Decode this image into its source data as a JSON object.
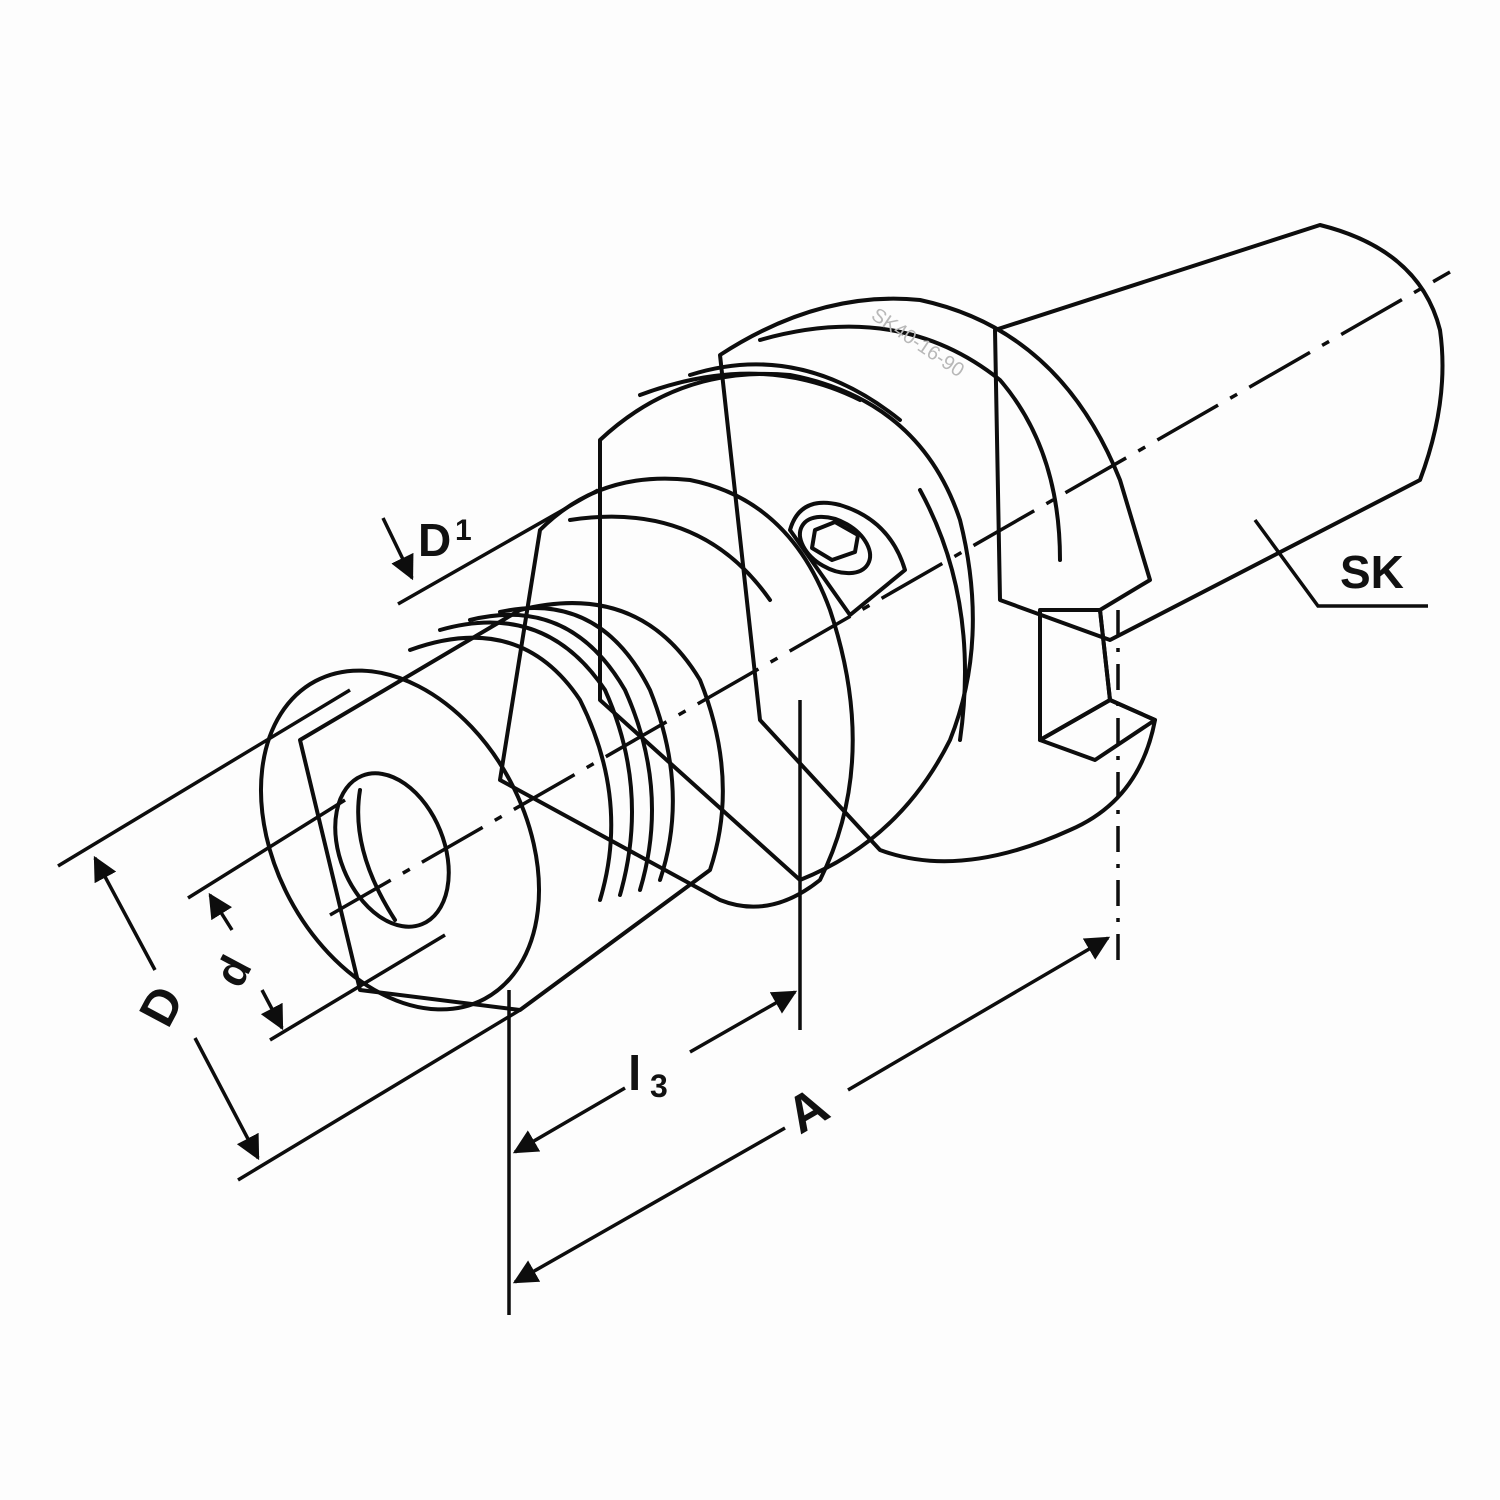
{
  "diagram": {
    "subject": "SK taper tool holder (side-lock / Weldon style)",
    "background": "#fdfdfd",
    "line_color": "#0d0d0d",
    "metal_light": "#f2f2f2",
    "metal_dark": "#9a9a9a",
    "labels": {
      "D1": {
        "main": "D",
        "sub": "1"
      },
      "D": {
        "main": "D"
      },
      "d": {
        "main": "d"
      },
      "l3": {
        "main": "l",
        "sub": "3"
      },
      "A": {
        "main": "A"
      },
      "SK": {
        "main": "SK"
      }
    },
    "engravings": {
      "flange_text": "SK40-16-90"
    }
  }
}
